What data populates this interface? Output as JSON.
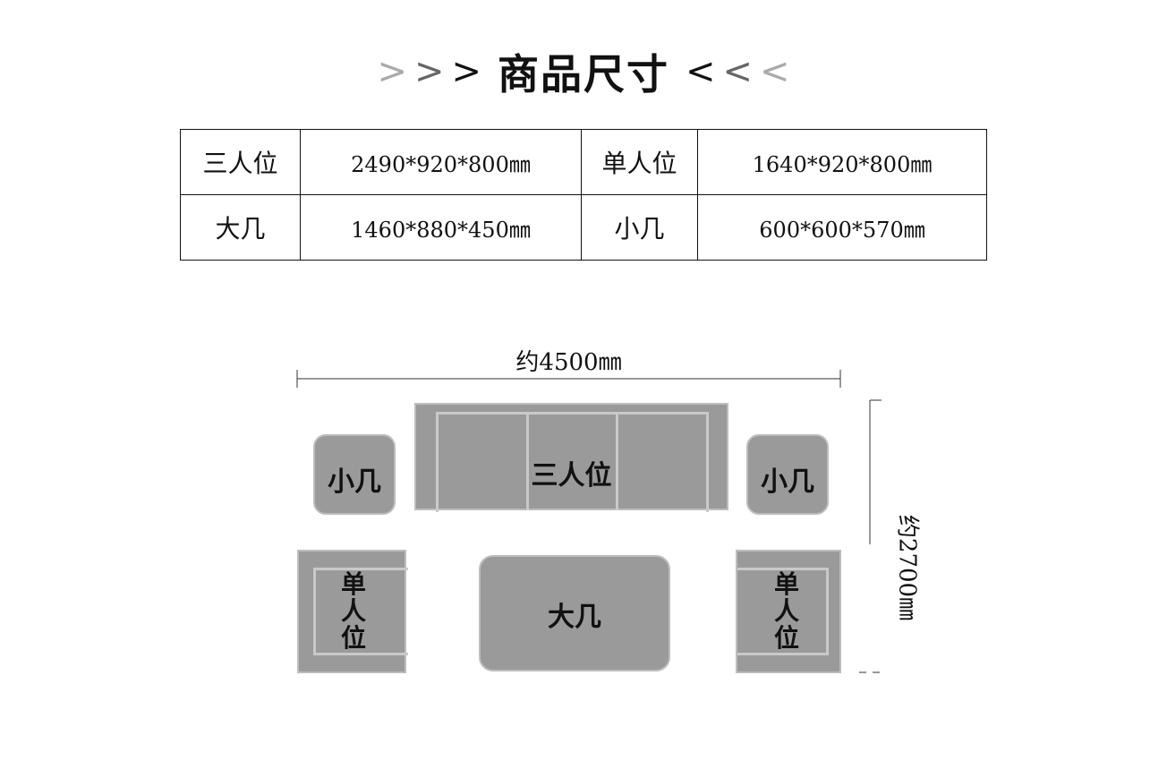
{
  "header": {
    "title": "商品尺寸",
    "left_arrows": [
      ">",
      ">",
      ">"
    ],
    "right_arrows": [
      "<",
      "<",
      "<"
    ],
    "left_arrow_colors": [
      "#aaaaaa",
      "#666666",
      "#111111"
    ],
    "right_arrow_colors": [
      "#111111",
      "#666666",
      "#aaaaaa"
    ]
  },
  "spec_table": {
    "rows": [
      [
        "三人位",
        "2490*920*800㎜",
        "单人位",
        "1640*920*800㎜"
      ],
      [
        "大几",
        "1460*880*450㎜",
        "小几",
        "600*600*570㎜"
      ]
    ]
  },
  "diagram": {
    "width_label": "约4500㎜",
    "height_label": "约2700㎜",
    "sofa_three_label": "三人位",
    "side_table_left_label": "小几",
    "side_table_right_label": "小几",
    "single_left_label": [
      "单",
      "人",
      "位"
    ],
    "single_right_label": [
      "单",
      "人",
      "位"
    ],
    "coffee_table_label": "大几",
    "piece_color": "#9a9a9a",
    "piece_border_color": "#bdbdbd"
  }
}
